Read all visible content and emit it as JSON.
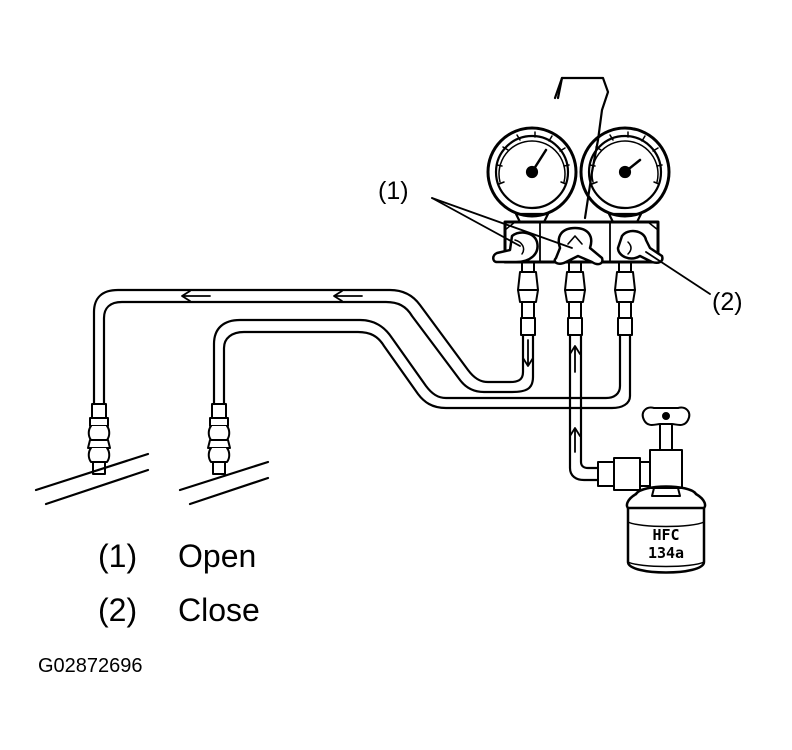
{
  "callouts": {
    "c1": "(1)",
    "c2": "(2)"
  },
  "can_label": {
    "line1": "HFC",
    "line2": "134a"
  },
  "legend": [
    {
      "num": "(1)",
      "text": "Open"
    },
    {
      "num": "(2)",
      "text": "Close"
    }
  ],
  "figure_id": "G02872696",
  "colors": {
    "ink": "#000000",
    "paper": "#ffffff"
  }
}
